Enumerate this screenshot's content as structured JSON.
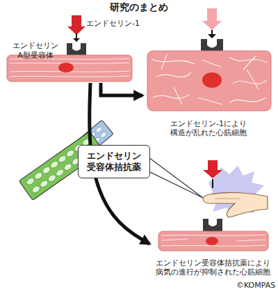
{
  "diagram": {
    "title": "研究のまとめ",
    "nodes": [
      {
        "text": [
          "エンドセリン A型受容体"
        ]
      },
      {
        "text": [
          "エンドセリン-1により 構造が乱れた心筋細胞"
        ]
      },
      {
        "text": [
          "エンドセリン 受容体拮抗薬"
        ]
      },
      {
        "text": [
          "エンドセリン受容体拮抗薬により 病気の進行が抑制された心筋細胞"
        ]
      }
    ],
    "edges": [
      {
        "from": 0,
        "to": 1,
        "arrow": "to"
      },
      {
        "from": 0,
        "to": 3,
        "arrow": "to"
      }
    ],
    "labels": [
      "エンドセリン-1",
      "©KOMPAS"
    ]
  }
}
